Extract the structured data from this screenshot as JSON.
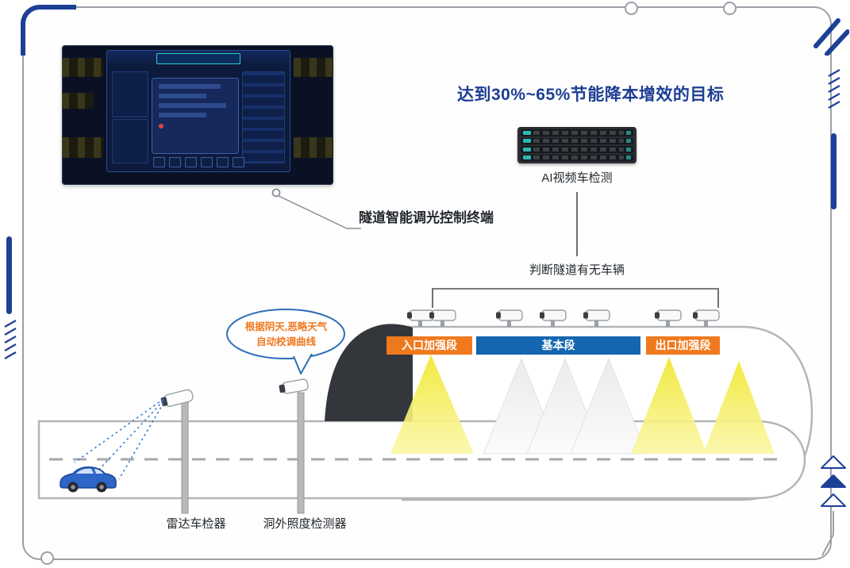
{
  "headline": {
    "text": "达到30%~65%节能降本增效的目标"
  },
  "terminal": {
    "caption": "隧道智能调光控制终端"
  },
  "ai_detector": {
    "caption": "AI视频车检测"
  },
  "flow": {
    "judge_text": "判断隧道有无车辆"
  },
  "tunnel_sections": {
    "entrance": {
      "label": "入口加强段"
    },
    "basic": {
      "label": "基本段"
    },
    "exit": {
      "label": "出口加强段"
    }
  },
  "speech_bubble": {
    "line1": "根据阴天,恶略天气",
    "line2": "自动校调曲线"
  },
  "roadside": {
    "radar": {
      "caption": "雷达车检器"
    },
    "lux": {
      "caption": "洞外照度检测器"
    }
  },
  "colors": {
    "headline_blue": "#1d3e94",
    "decoration_blue": "#1d3f96",
    "section_orange": "#f0791e",
    "section_blue": "#1565b0",
    "cone_yellow": "#f2e93e",
    "bubble_orange": "#f07820"
  }
}
